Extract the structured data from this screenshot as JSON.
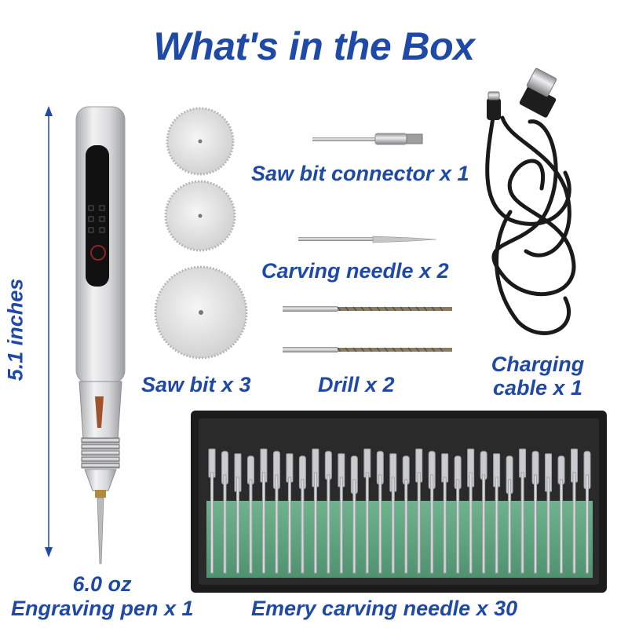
{
  "title": "What's in the Box",
  "labels": {
    "saw_bit_connector": "Saw bit connector x 1",
    "carving_needle": "Carving needle x 2",
    "saw_bit": "Saw bit x 3",
    "drill": "Drill x 2",
    "charging_cable_line1": "Charging",
    "charging_cable_line2": "cable x 1",
    "weight": "6.0 oz",
    "engraving_pen": "Engraving pen x 1",
    "emery_needle": "Emery carving needle x 30",
    "length": "5.1 inches"
  },
  "colors": {
    "accent": "#1f49a6",
    "green_foam": "#62a881",
    "tray": "#1b1b1b",
    "silver": "#d9dadc"
  }
}
